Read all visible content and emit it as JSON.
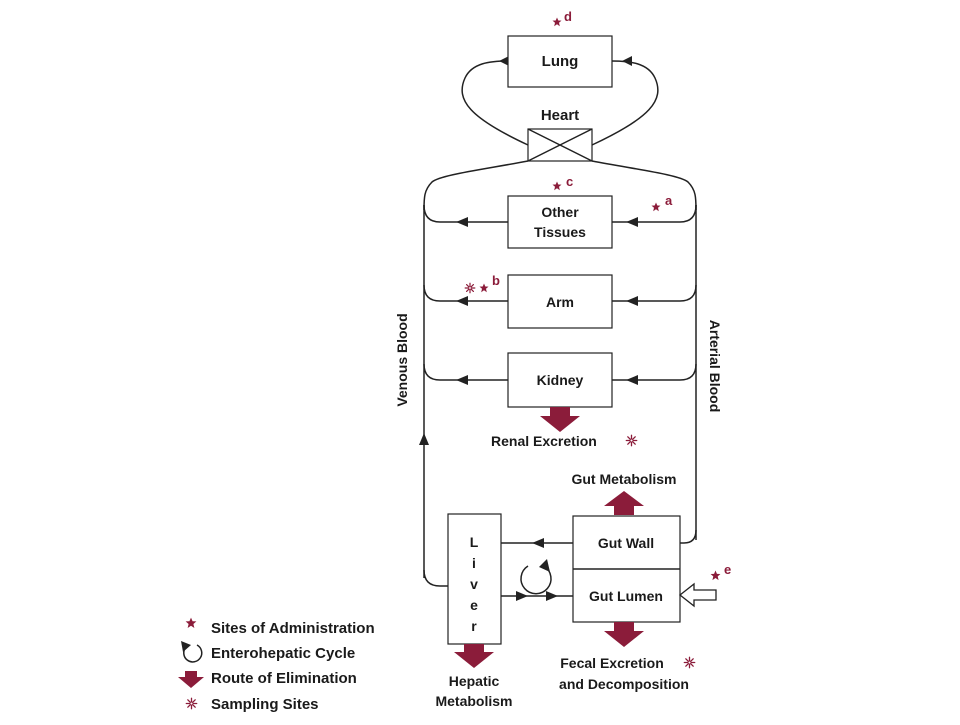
{
  "nodes": {
    "lung": "Lung",
    "heart": "Heart",
    "other_tissues_line1": "Other",
    "other_tissues_line2": "Tissues",
    "arm": "Arm",
    "kidney": "Kidney",
    "liver": [
      "L",
      "i",
      "v",
      "e",
      "r"
    ],
    "gut_wall": "Gut Wall",
    "gut_lumen": "Gut Lumen"
  },
  "labels": {
    "venous_blood": "Venous Blood",
    "arterial_blood": "Arterial Blood",
    "renal_excretion": "Renal Excretion",
    "gut_metabolism": "Gut Metabolism",
    "fecal_excretion_line1": "Fecal Excretion",
    "fecal_excretion_line2": "and Decomposition",
    "hepatic_metabolism_line1": "Hepatic",
    "hepatic_metabolism_line2": "Metabolism"
  },
  "site_markers": {
    "a": "a",
    "b": "b",
    "c": "c",
    "d": "d",
    "e": "e"
  },
  "legend": {
    "sites_of_administration": "Sites of Administration",
    "enterohepatic_cycle": "Enterohepatic Cycle",
    "route_of_elimination": "Route of Elimination",
    "sampling_sites": "Sampling Sites"
  },
  "colors": {
    "accent": "#8b1c3a",
    "line": "#222222"
  },
  "icons": {
    "administration": "star-icon",
    "enterohepatic": "circular-arrow-icon",
    "elimination": "down-arrow-icon",
    "sampling": "asterisk-icon"
  }
}
